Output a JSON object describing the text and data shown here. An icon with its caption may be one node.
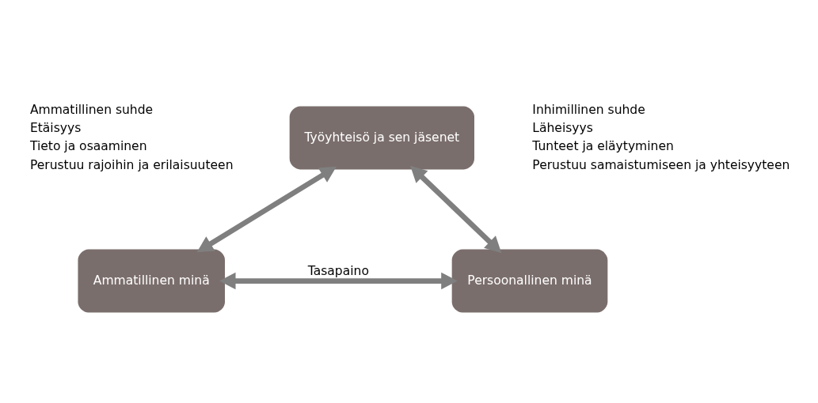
{
  "diagram": {
    "nodes": [
      {
        "text": [
          "Työyhteisö ja sen jäsenet"
        ]
      },
      {
        "text": [
          "Ammatillinen minä"
        ]
      },
      {
        "text": [
          "Persoonallinen minä"
        ]
      }
    ],
    "edges": [
      {
        "from": 0,
        "to": 1,
        "arrow": "both"
      },
      {
        "from": 0,
        "to": 2,
        "arrow": "both"
      },
      {
        "from": 1,
        "to": 2,
        "arrow": "both",
        "label": "Tasapaino"
      }
    ],
    "labels": [
      "Ammatillinen suhde",
      "Etäisyys",
      "Tieto ja osaaminen",
      "Perustuu rajoihin ja erilaisuuteen",
      "Inhimillinen suhde",
      "Läheisyys",
      "Tunteet ja eläytyminen",
      "Perustuu samaistumiseen ja yhteisyyteen"
    ]
  }
}
